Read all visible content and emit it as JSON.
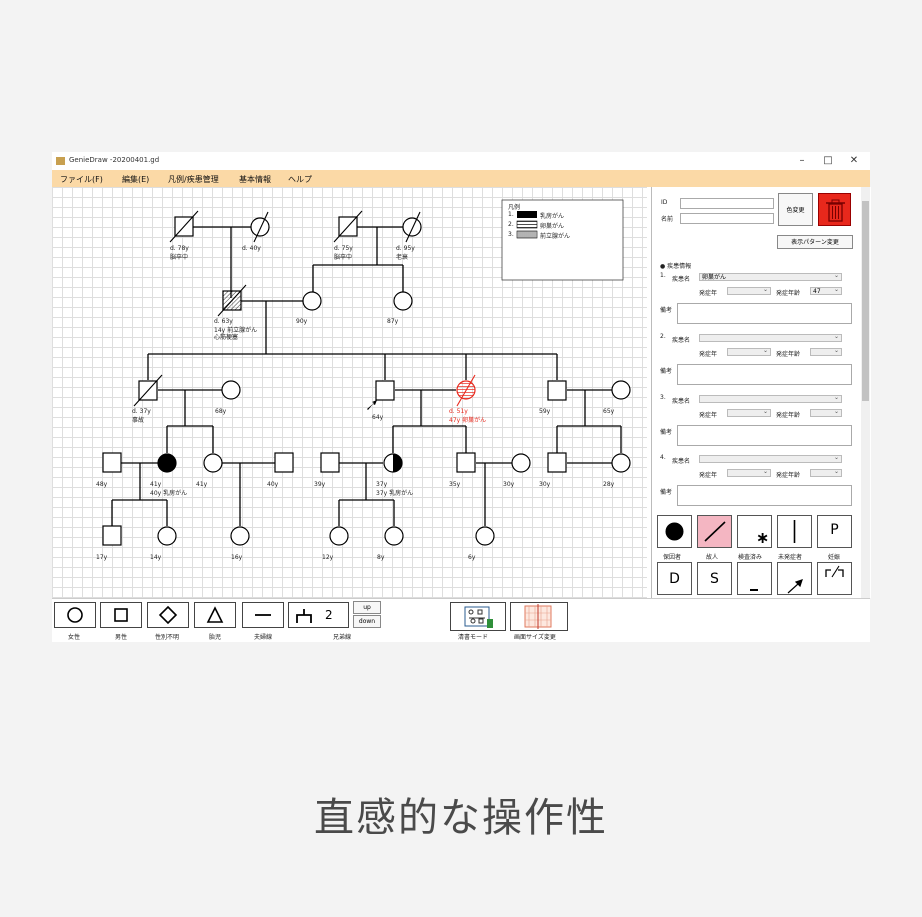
{
  "window": {
    "title": "GenieDraw -20200401.gd",
    "minimize": "–",
    "maximize": "□",
    "close": "✕"
  },
  "menu": [
    "ファイル(F)",
    "編集(E)",
    "凡例/疾患管理",
    "基本情報",
    "ヘルプ"
  ],
  "legend": {
    "title": "凡例",
    "items": [
      {
        "num": "1.",
        "label": "乳房がん"
      },
      {
        "num": "2.",
        "label": "卵巣がん"
      },
      {
        "num": "3.",
        "label": "前立腺がん"
      }
    ]
  },
  "pedigree": {
    "labels": [
      {
        "id": "gf1",
        "lines": [
          "d. 78y",
          "脳卒中"
        ]
      },
      {
        "id": "gm1",
        "lines": [
          "d. 40y"
        ]
      },
      {
        "id": "gf2",
        "lines": [
          "d. 75y",
          "脳卒中"
        ]
      },
      {
        "id": "gm2",
        "lines": [
          "d. 95y",
          "老衰"
        ]
      },
      {
        "id": "f",
        "lines": [
          "d. 63y",
          "14y 前立腺がん",
          "心筋梗塞"
        ]
      },
      {
        "id": "m",
        "lines": [
          "90y"
        ]
      },
      {
        "id": "m2",
        "lines": [
          "87y"
        ]
      },
      {
        "id": "c1",
        "lines": [
          "d. 37y",
          "事故"
        ]
      },
      {
        "id": "c1w",
        "lines": [
          "68y"
        ]
      },
      {
        "id": "c2",
        "lines": [
          "64y"
        ]
      },
      {
        "id": "c3",
        "lines": [
          "d. 51y",
          "47y 卵巣がん"
        ]
      },
      {
        "id": "c4",
        "lines": [
          "59y"
        ]
      },
      {
        "id": "c4w",
        "lines": [
          "65y"
        ]
      },
      {
        "id": "g1",
        "lines": [
          "48y"
        ]
      },
      {
        "id": "g2",
        "lines": [
          "41y",
          "40y 乳房がん"
        ]
      },
      {
        "id": "g3",
        "lines": [
          "41y"
        ]
      },
      {
        "id": "g3h",
        "lines": [
          "40y"
        ]
      },
      {
        "id": "g4",
        "lines": [
          "39y"
        ]
      },
      {
        "id": "g5",
        "lines": [
          "37y",
          "37y 乳房がん"
        ]
      },
      {
        "id": "g6",
        "lines": [
          "35y"
        ]
      },
      {
        "id": "g6w",
        "lines": [
          "30y"
        ]
      },
      {
        "id": "g7",
        "lines": [
          "30y"
        ]
      },
      {
        "id": "g8",
        "lines": [
          "28y"
        ]
      },
      {
        "id": "h1",
        "lines": [
          "17y"
        ]
      },
      {
        "id": "h2",
        "lines": [
          "14y"
        ]
      },
      {
        "id": "h3",
        "lines": [
          "16y"
        ]
      },
      {
        "id": "h4",
        "lines": [
          "12y"
        ]
      },
      {
        "id": "h5",
        "lines": [
          "8y"
        ]
      },
      {
        "id": "h6",
        "lines": [
          "6y"
        ]
      }
    ]
  },
  "sidebar": {
    "id_label": "ID",
    "name_label": "名前",
    "change_color": "色変更",
    "pattern_button": "表示パターン変更",
    "disease_info": "● 疾患情報",
    "disease_label": "疾患名",
    "onset_year": "発症年",
    "onset_age": "発症年齢",
    "remarks": "備考",
    "entries": [
      {
        "num": "1.",
        "disease": "卵巣がん",
        "age": "47"
      },
      {
        "num": "2.",
        "disease": "",
        "age": ""
      },
      {
        "num": "3.",
        "disease": "",
        "age": ""
      },
      {
        "num": "4.",
        "disease": "",
        "age": ""
      }
    ],
    "symbols": [
      "保因者",
      "故人",
      "検査済み",
      "未発症者",
      "妊娠"
    ],
    "symbols_row2": [
      "D",
      "S"
    ],
    "p_letter": "P",
    "asterisk": "∗"
  },
  "toolbar": {
    "buttons": [
      "女性",
      "男性",
      "性別不明",
      "胎児",
      "夫婦線",
      "兄弟線"
    ],
    "sibling_count": "2",
    "up": "up",
    "down": "down",
    "clean_mode": "清書モード",
    "resize": "画面サイズ変更"
  },
  "caption": "直感的な操作性",
  "colors": {
    "menu": "#fbd9a6",
    "trash": "#e8281c",
    "highlight": "#f4b6c2",
    "affected_red": "#e8281c"
  }
}
